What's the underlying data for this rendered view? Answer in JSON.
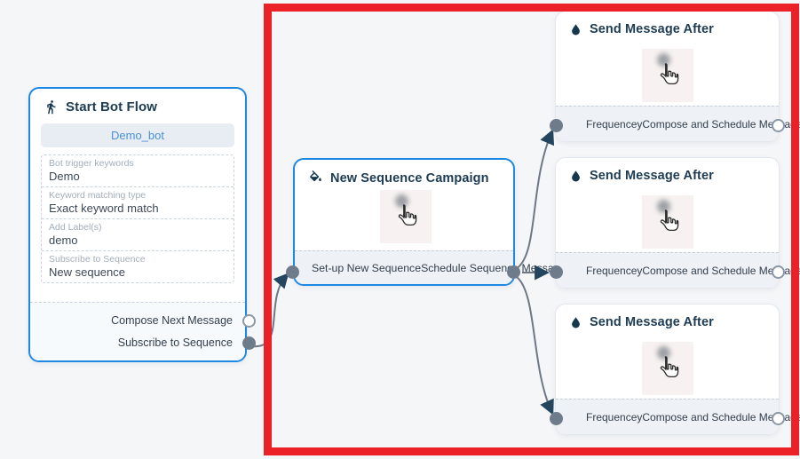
{
  "flow": {
    "start_node": {
      "title": "Start Bot Flow",
      "bot_name": "Demo_bot",
      "fields": [
        {
          "label": "Bot trigger keywords",
          "value": "Demo"
        },
        {
          "label": "Keyword matching type",
          "value": "Exact keyword match"
        },
        {
          "label": "Add Label(s)",
          "value": "demo"
        },
        {
          "label": "Subscribe to Sequence",
          "value": "New sequence"
        }
      ],
      "actions": {
        "compose_next_message": "Compose Next Message",
        "subscribe_to_sequence": "Subscribe to Sequence"
      }
    },
    "sequence_node": {
      "title": "New Sequence Campaign",
      "actions": {
        "setup_new_sequence": "Set-up New Sequence",
        "schedule_sequence_message": "Schedule Sequence Message"
      }
    },
    "send_message_node": {
      "title": "Send Message After",
      "actions": {
        "frequency": "Frequencey",
        "compose_and_schedule": "Compose and Schedule Message"
      }
    }
  },
  "colors": {
    "canvas_bg": "#f5f6f8",
    "active_node_border": "#1e88e5",
    "highlight_border": "#ec2127",
    "title_text": "#1d3c53",
    "accent_text": "#4a90d9",
    "connector_line": "#6d7884",
    "connector_arrow": "#24455e",
    "port_fill": "#6e7b8a"
  }
}
